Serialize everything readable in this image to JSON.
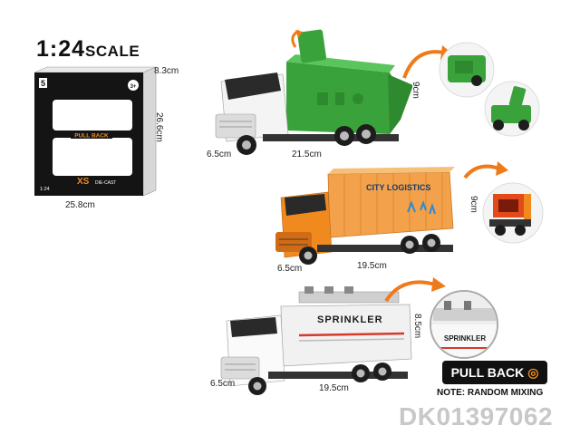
{
  "scale_label": {
    "main": "1:24",
    "suffix": "SCALE"
  },
  "package": {
    "badge_number": "5",
    "age_label": "3+",
    "pull_back_label": "PULL BACK",
    "brand_mark": "XS",
    "brand_subtitle": "DIE-CAST",
    "scale_small": "1:24",
    "dim_depth": "8.3cm",
    "dim_height": "26.6cm",
    "dim_width": "25.8cm"
  },
  "trucks": [
    {
      "kind": "garbage",
      "dim_length": "21.5cm",
      "dim_width": "6.5cm",
      "dim_height": "9cm"
    },
    {
      "kind": "container",
      "container_text": "CITY LOGISTICS",
      "dim_length": "19.5cm",
      "dim_width": "6.5cm",
      "dim_height": "9cm"
    },
    {
      "kind": "tanker",
      "tank_text": "SPRINKLER",
      "inset_text": "SPRINKLER",
      "dim_length": "19.5cm",
      "dim_width": "6.5cm",
      "dim_height": "8.5cm"
    }
  ],
  "pull_back_badge": "PULL BACK",
  "note": "NOTE: RANDOM MIXING",
  "sku": "DK01397062",
  "colors": {
    "green": "#3aa23a",
    "orange": "#f08a1e",
    "container": "#f3a14a",
    "arrow": "#ef7a1a"
  }
}
